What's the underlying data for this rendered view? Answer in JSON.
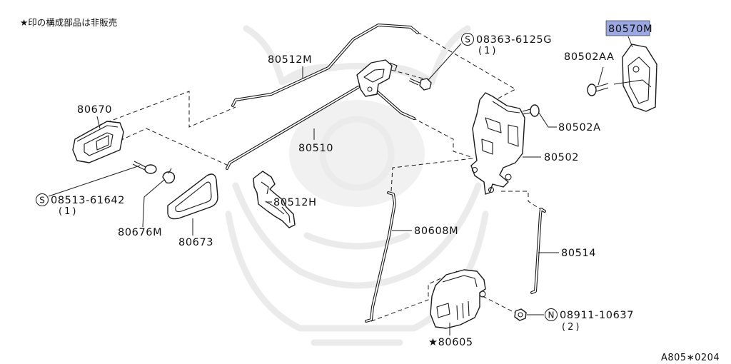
{
  "note": "★印の構成部品は非販売",
  "diagram_code": "A805∗0204",
  "highlight_color": "#9ca8e3",
  "parts": {
    "p80512M": "80512M",
    "p80570M": "80570M",
    "p80502AA": "80502AA",
    "p80670": "80670",
    "p80510": "80510",
    "p80502A": "80502A",
    "p80502": "80502",
    "p80512H": "80512H",
    "p80676M": "80676M",
    "p80673": "80673",
    "p80608M": "80608M",
    "p80514": "80514",
    "p80605": "★80605"
  },
  "fasteners": [
    {
      "symbol": "S",
      "number": "08363-6125G",
      "qty": "(1)"
    },
    {
      "symbol": "S",
      "number": "08513-61642",
      "qty": "(1)"
    },
    {
      "symbol": "N",
      "number": "08911-10637",
      "qty": "(2)"
    }
  ]
}
